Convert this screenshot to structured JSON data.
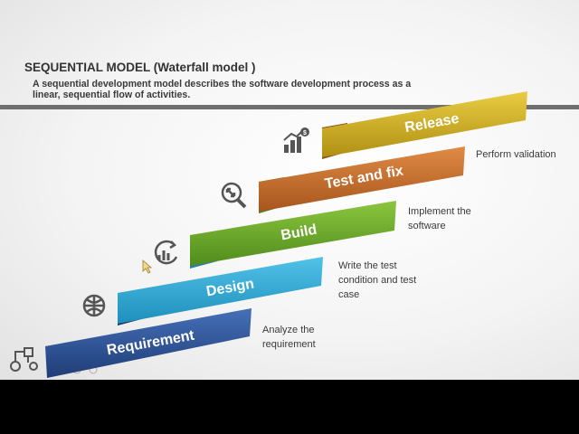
{
  "header": {
    "title": "SEQUENTIAL MODEL (Waterfall model )",
    "subtitle": "A sequential development model describes the software development process as a linear, sequential flow of activities."
  },
  "stages": [
    {
      "label": "Requirement",
      "note": "Analyze the requirement",
      "color": "#2f5597"
    },
    {
      "label": "Design",
      "note": "Write the test condition and test case",
      "color": "#2fa9d3"
    },
    {
      "label": "Build",
      "note": "Implement the software",
      "color": "#6cae2c"
    },
    {
      "label": "Test and fix",
      "note": "Perform validation",
      "color": "#c86f2d"
    },
    {
      "label": "Release",
      "note": "",
      "color": "#d4b21e"
    }
  ],
  "icons": [
    "workflow-icon",
    "globe-network-icon",
    "chart-refresh-icon",
    "magnify-arrows-icon",
    "bar-chart-dollar-icon"
  ],
  "colors": {
    "rule": "#6e6e6e",
    "text": "#333333"
  }
}
